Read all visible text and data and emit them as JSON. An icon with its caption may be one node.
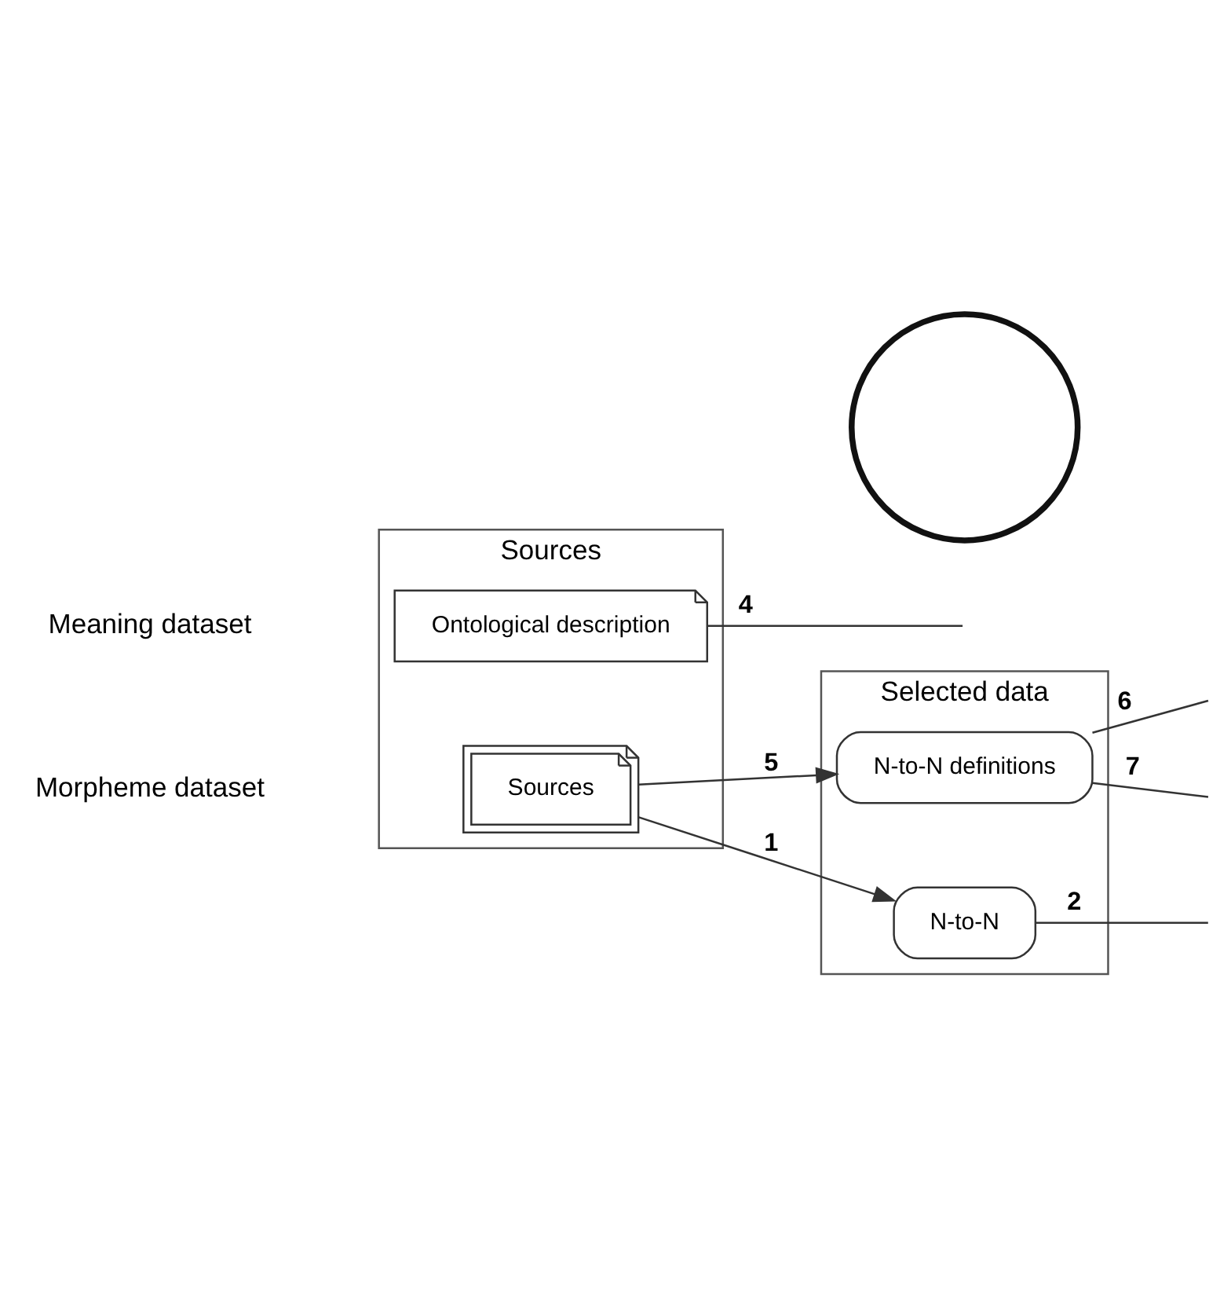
{
  "diagram": {
    "nodes": [
      {
        "text": [
          "Sources"
        ]
      },
      {
        "text": [
          "Selected data"
        ]
      },
      {
        "text": [
          "Ontological description"
        ],
        "in": 0
      },
      {
        "text": [
          "Sources"
        ],
        "in": 0
      },
      {
        "text": [],
        "shape": "circle"
      },
      {
        "text": [
          "N-to-N definitions"
        ],
        "in": 1
      },
      {
        "text": [
          "N-to-N"
        ],
        "in": 1
      }
    ],
    "edges": [
      {
        "from": 2,
        "to": null,
        "arrow": "none",
        "label": "4"
      },
      {
        "from": 3,
        "to": 5,
        "arrow": "to",
        "label": "5"
      },
      {
        "from": 5,
        "to": null,
        "arrow": "none",
        "label": "6"
      },
      {
        "from": 5,
        "to": null,
        "arrow": "none",
        "label": "7"
      },
      {
        "from": 3,
        "to": 6,
        "arrow": "to",
        "label": "1"
      },
      {
        "from": 6,
        "to": null,
        "arrow": "none",
        "label": "2"
      }
    ],
    "labels": [
      "Meaning dataset",
      "Morpheme dataset"
    ]
  }
}
